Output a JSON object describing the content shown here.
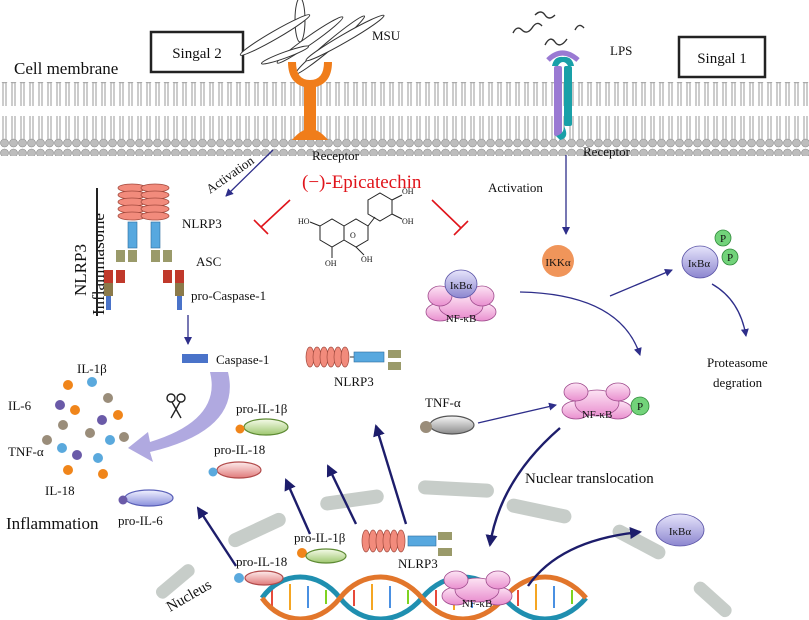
{
  "membrane": {
    "label": "Cell membrane",
    "signal2": "Singal 2",
    "signal1": "Singal 1",
    "msu": "MSU",
    "lps": "LPS",
    "receptor_left": "Receptor",
    "receptor_right": "Receptor"
  },
  "inhibitor": {
    "name": "(−)-Epicatechin"
  },
  "inflammasome": {
    "title_line1": "NLRP3",
    "title_line2": "Inflammasome",
    "nlrp3": "NLRP3",
    "asc": "ASC",
    "pro_caspase": "pro-Caspase-1",
    "caspase": "Caspase-1",
    "activation": "Activation"
  },
  "nfkb_path": {
    "activation": "Activation",
    "ikka": "IKKα",
    "ikba": "IκBα",
    "nfkb": "NF-κB",
    "p": "P",
    "proteasome_line1": "Proteasome",
    "proteasome_line2": "degration",
    "tnf": "TNF-α",
    "nuclear_translocation": "Nuclear translocation",
    "nfkb_nucleus": "NF-κB",
    "ikba_out": "IκBα"
  },
  "cytokines": {
    "il1b": "IL-1β",
    "il6": "IL-6",
    "tnf": "TNF-α",
    "il18": "IL-18",
    "inflammation": "Inflammation",
    "pro_il1b": "pro-IL-1β",
    "pro_il18": "pro-IL-18",
    "pro_il6": "pro-IL-6"
  },
  "nucleus": {
    "label": "Nucleus",
    "pro_il18": "pro-IL-18",
    "pro_il1b": "pro-IL-1β",
    "nlrp3": "NLRP3",
    "nlrp3_cyto": "NLRP3"
  }
}
